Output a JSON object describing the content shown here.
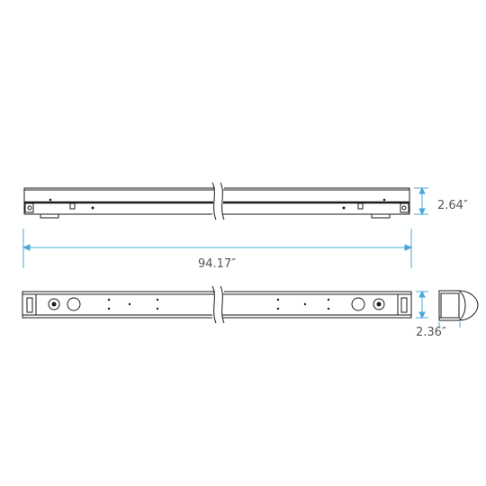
{
  "colors": {
    "outline": "#1a1a1a",
    "dimension": "#4aa8d8",
    "dimension_text": "#555555",
    "background": "#ffffff"
  },
  "dimensions": {
    "height_label": "2.64″",
    "length_label": "94.17″",
    "width_label": "2.36″"
  }
}
